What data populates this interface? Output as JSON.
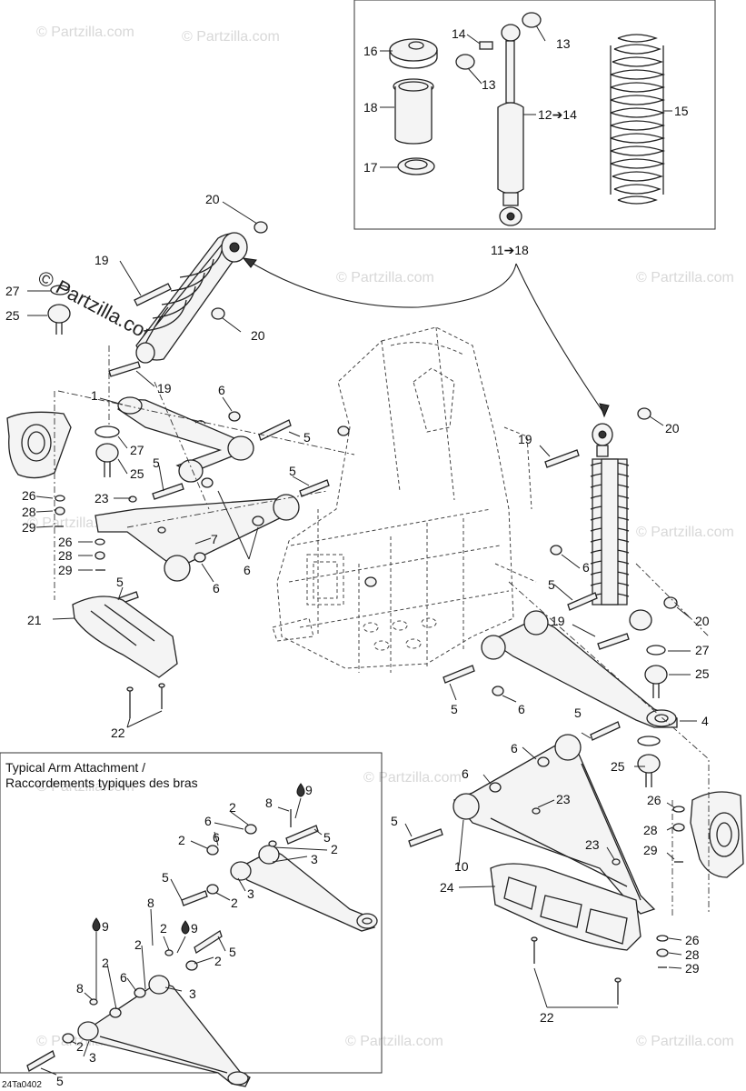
{
  "watermark": "© Partzilla.com",
  "inset_box": {
    "title_line1": "Typical Arm Attachment /",
    "title_line2": "Raccordements typiques des bras"
  },
  "reference_code": "24Ta0402",
  "callouts": {
    "n1": "1",
    "n2": "2",
    "n3": "3",
    "n4": "4",
    "n5": "5",
    "n6": "6",
    "n7": "7",
    "n8": "8",
    "n9": "9",
    "n10": "10",
    "n12_14": "12➔14",
    "n11_18": "11➔18",
    "n13": "13",
    "n14": "14",
    "n15": "15",
    "n16": "16",
    "n17": "17",
    "n18": "18",
    "n19": "19",
    "n20": "20",
    "n21": "21",
    "n22": "22",
    "n23": "23",
    "n24": "24",
    "n25": "25",
    "n26": "26",
    "n27": "27",
    "n28": "28",
    "n29": "29"
  },
  "colors": {
    "line": "#222222",
    "watermark": "#d8d8d8",
    "background": "#ffffff"
  },
  "icons": {
    "grease_point": "drop-icon"
  }
}
